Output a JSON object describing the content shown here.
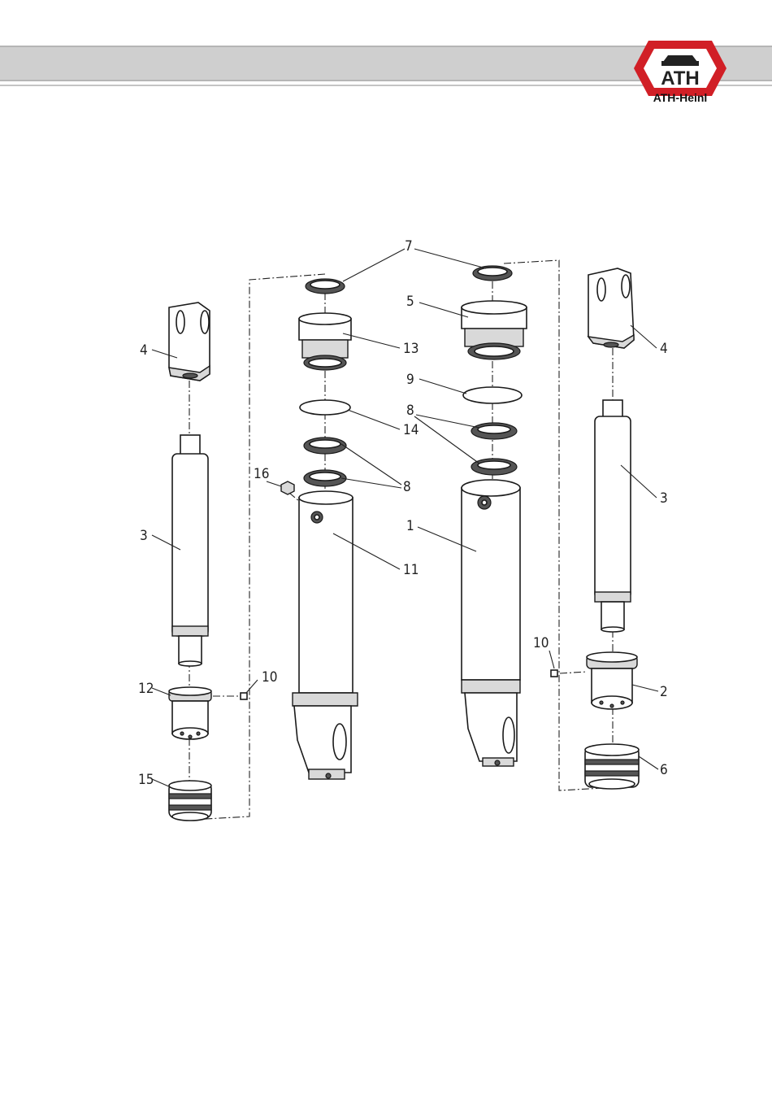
{
  "brand": {
    "logo_letters": "ATH",
    "caption": "ATH-Heinl",
    "color": "#d11f26"
  },
  "diagram": {
    "callouts": [
      "1",
      "2",
      "3",
      "3",
      "4",
      "4",
      "5",
      "6",
      "7",
      "8",
      "8",
      "9",
      "10",
      "10",
      "11",
      "12",
      "13",
      "14",
      "15",
      "16"
    ]
  }
}
